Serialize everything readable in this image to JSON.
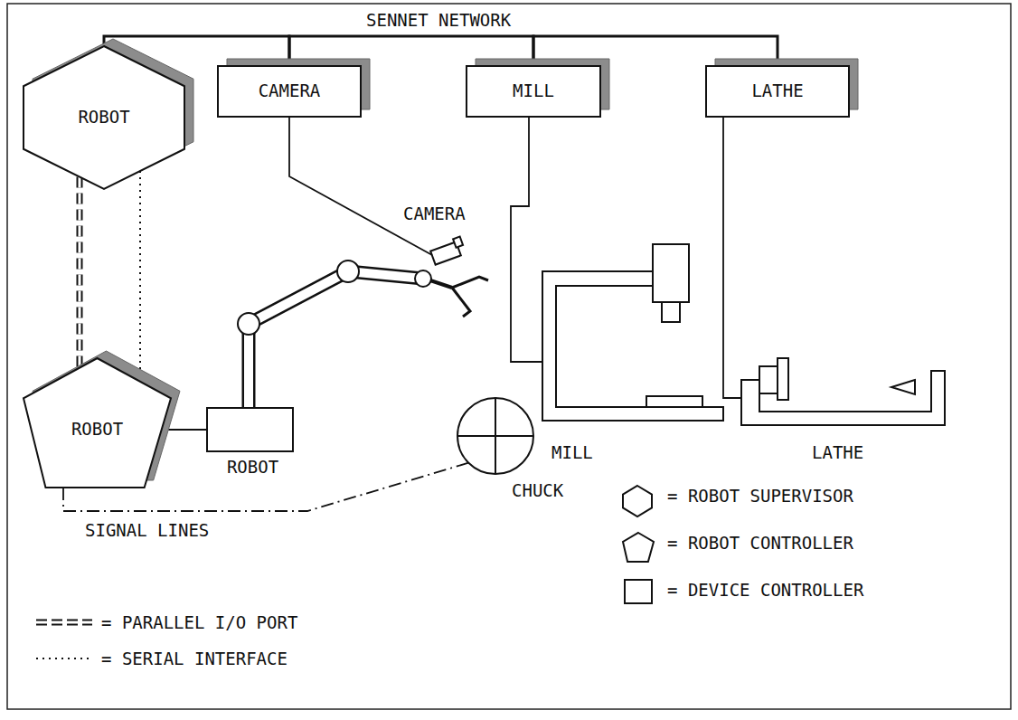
{
  "diagram": {
    "nodes": [
      {
        "text": [
          "ROBOT"
        ]
      },
      {
        "text": [
          "CAMERA"
        ]
      },
      {
        "text": [
          "MILL"
        ]
      },
      {
        "text": [
          "LATHE"
        ]
      },
      {
        "text": [
          "ROBOT"
        ]
      },
      {
        "text": [
          "ROBOT"
        ]
      },
      {
        "text": [
          "CHUCK"
        ]
      }
    ],
    "edges": [
      {
        "from": 0,
        "to": 4,
        "arrow": "none"
      },
      {
        "from": 0,
        "to": 4,
        "arrow": "none"
      },
      {
        "from": 4,
        "to": 5,
        "arrow": "none"
      },
      {
        "from": 4,
        "to": 6,
        "label": "SIGNAL LINES",
        "arrow": "none"
      },
      {
        "from": 0,
        "to": 1,
        "arrow": "none"
      },
      {
        "from": 1,
        "to": 2,
        "arrow": "none"
      },
      {
        "from": 2,
        "to": 3,
        "arrow": "none"
      }
    ],
    "labels": [
      "SENNET NETWORK",
      "CAMERA",
      "MILL",
      "LATHE"
    ],
    "legend": [
      {
        "text": "= ROBOT SUPERVISOR"
      },
      {
        "text": "= ROBOT CONTROLLER"
      },
      {
        "text": "= DEVICE CONTROLLER"
      },
      {
        "text": "= PARALLEL I/O PORT"
      },
      {
        "text": "= SERIAL INTERFACE"
      }
    ]
  }
}
